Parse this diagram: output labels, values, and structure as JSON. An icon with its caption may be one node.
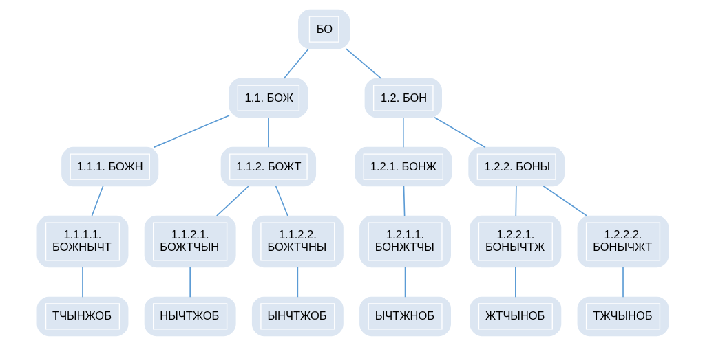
{
  "diagram": {
    "nodes": [
      {
        "text": [
          "БО"
        ]
      },
      {
        "text": [
          "1.1. БОЖ"
        ]
      },
      {
        "text": [
          "1.2. БОН"
        ]
      },
      {
        "text": [
          "1.1.1. БОЖН"
        ]
      },
      {
        "text": [
          "1.1.2. БОЖТ"
        ]
      },
      {
        "text": [
          "1.2.1. БОНЖ"
        ]
      },
      {
        "text": [
          "1.2.2. БОНЫ"
        ]
      },
      {
        "text": [
          "1.1.1.1. БОЖНЫЧТ"
        ]
      },
      {
        "text": [
          "1.1.2.1. БОЖТЧЫН"
        ]
      },
      {
        "text": [
          "1.1.2.2. БОЖТЧНЫ"
        ]
      },
      {
        "text": [
          "1.2.1.1. БОНЖТЧЫ"
        ]
      },
      {
        "text": [
          "1.2.2.1. БОНЫЧТЖ"
        ]
      },
      {
        "text": [
          "1.2.2.2. БОНЫЧЖТ"
        ]
      },
      {
        "text": [
          "ТЧЫНЖОБ"
        ]
      },
      {
        "text": [
          "НЫЧТЖОБ"
        ]
      },
      {
        "text": [
          "ЫНЧТЖОБ"
        ]
      },
      {
        "text": [
          "ЫЧТЖНОБ"
        ]
      },
      {
        "text": [
          "ЖТЧЫНОБ"
        ]
      },
      {
        "text": [
          "ТЖЧЫНОБ"
        ]
      }
    ],
    "edges": [
      {
        "from": 0,
        "to": 1,
        "arrow": "none"
      },
      {
        "from": 0,
        "to": 2,
        "arrow": "none"
      },
      {
        "from": 1,
        "to": 3,
        "arrow": "none"
      },
      {
        "from": 1,
        "to": 4,
        "arrow": "none"
      },
      {
        "from": 2,
        "to": 5,
        "arrow": "none"
      },
      {
        "from": 2,
        "to": 6,
        "arrow": "none"
      },
      {
        "from": 3,
        "to": 7,
        "arrow": "none"
      },
      {
        "from": 4,
        "to": 8,
        "arrow": "none"
      },
      {
        "from": 4,
        "to": 9,
        "arrow": "none"
      },
      {
        "from": 5,
        "to": 10,
        "arrow": "none"
      },
      {
        "from": 6,
        "to": 11,
        "arrow": "none"
      },
      {
        "from": 6,
        "to": 12,
        "arrow": "none"
      },
      {
        "from": 7,
        "to": 13,
        "arrow": "none"
      },
      {
        "from": 8,
        "to": 14,
        "arrow": "none"
      },
      {
        "from": 9,
        "to": 15,
        "arrow": "none"
      },
      {
        "from": 10,
        "to": 16,
        "arrow": "none"
      },
      {
        "from": 11,
        "to": 17,
        "arrow": "none"
      },
      {
        "from": 12,
        "to": 18,
        "arrow": "none"
      }
    ]
  }
}
